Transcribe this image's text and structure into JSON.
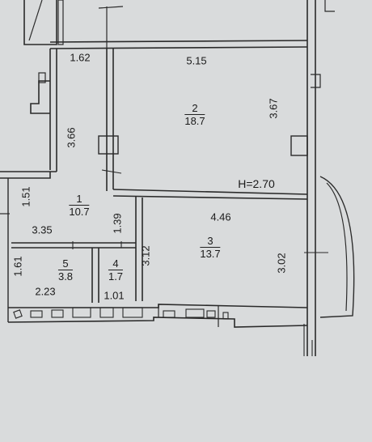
{
  "plan": {
    "ceiling_height": "H=2.70",
    "rooms": [
      {
        "id": "room-1",
        "number": "1",
        "area": "10.7"
      },
      {
        "id": "room-2",
        "number": "2",
        "area": "18.7"
      },
      {
        "id": "room-3",
        "number": "3",
        "area": "13.7"
      },
      {
        "id": "room-4",
        "number": "4",
        "area": "1.7"
      },
      {
        "id": "room-5",
        "number": "5",
        "area": "3.8"
      }
    ],
    "dimensions": {
      "d162": "1.62",
      "d515": "5.15",
      "d367": "3.67",
      "d366": "3.66",
      "d151": "1.51",
      "d335": "3.35",
      "d139": "1.39",
      "d446": "4.46",
      "d312": "3.12",
      "d302": "3.02",
      "d161": "1.61",
      "d223": "2.23",
      "d101": "1.01"
    }
  }
}
